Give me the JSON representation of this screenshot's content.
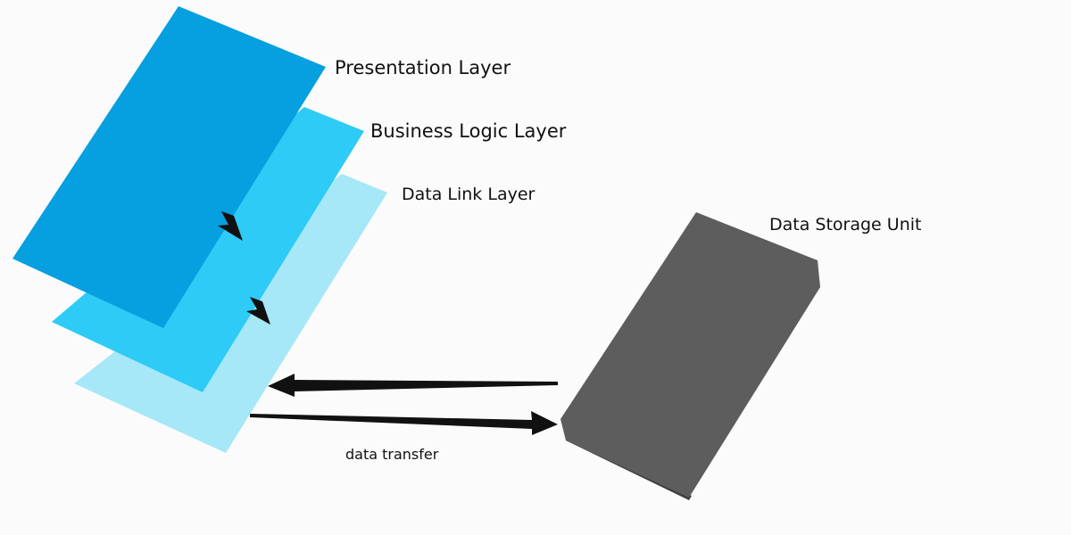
{
  "diagram": {
    "title": "Three-layer architecture with data storage",
    "layers": [
      {
        "id": "presentation",
        "label": "Presentation Layer",
        "color": "#069fe0"
      },
      {
        "id": "business",
        "label": "Business Logic Layer",
        "color": "#2dcbf6"
      },
      {
        "id": "datalink",
        "label": "Data Link Layer",
        "color": "#a6e7f8"
      }
    ],
    "storage": {
      "label": "Data Storage Unit",
      "color": "#5e5d5d",
      "edge_color": "#3f3f3f"
    },
    "flows": {
      "between_layers": [
        {
          "from": "presentation",
          "to": "business",
          "direction": "down"
        },
        {
          "from": "business",
          "to": "datalink",
          "direction": "down"
        }
      ],
      "transfer": [
        {
          "from": "storage",
          "to": "datalink"
        },
        {
          "from": "datalink",
          "to": "storage"
        }
      ],
      "transfer_label": "data transfer",
      "arrow_color": "#111111"
    },
    "background": "#fbfbfc"
  }
}
